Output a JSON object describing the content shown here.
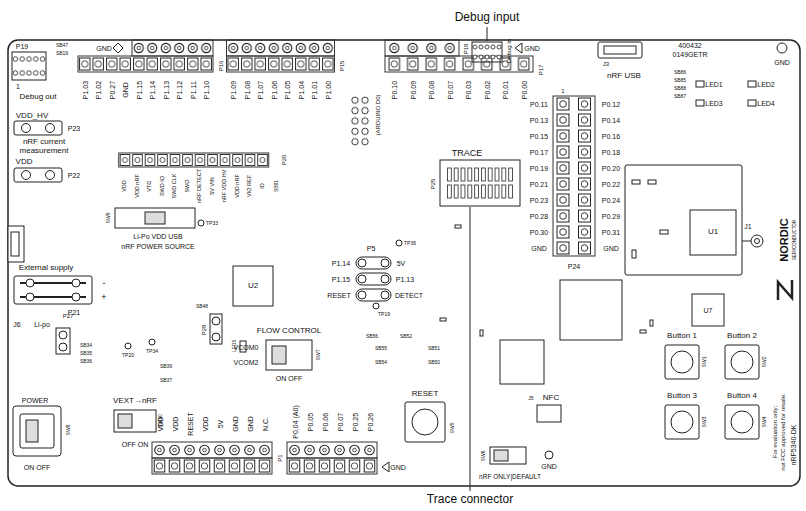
{
  "diagram": {
    "labels": [
      "Debug input",
      "Trace connector",
      "P19",
      "SB47",
      "SB19",
      "GND",
      "1",
      "Debug out",
      "VDD_HV",
      "P23",
      "nRF current",
      "measurement",
      "VDD",
      "P22",
      "P1.03",
      "P1.02",
      "P0.27",
      "GND",
      "P1.15",
      "P1.14",
      "P1.13",
      "P1.12",
      "P1.11",
      "P1.10",
      "P1.09",
      "P1.08",
      "P1.07",
      "P1.06",
      "P1.05",
      "P1.04",
      "P1.01",
      "P1.00",
      "P0.10",
      "P0.09",
      "P0.08",
      "P0.07",
      "P0.03",
      "P0.02",
      "P0.01",
      "P0.00",
      "P16",
      "P15",
      "P17",
      "GND",
      "Debug In",
      "P18",
      "1",
      "P0.11",
      "P0.12",
      "P0.13",
      "P0.14",
      "P0.15",
      "P0.16",
      "P0.17",
      "P0.18",
      "P0.19",
      "P0.20",
      "P0.21",
      "P0.22",
      "P0.23",
      "P0.24",
      "P0.28",
      "P0.29",
      "P0.30",
      "P0.31",
      "GND",
      "GND",
      "P24",
      "J3",
      "nRF USB",
      "400432",
      "0149GETR",
      "GND",
      "LED1",
      "LED2",
      "LED3",
      "LED4",
      "SB86",
      "SB85",
      "SB88",
      "SB87",
      "U1",
      "J1",
      "NORDIC",
      "SEMICONDUCTOR",
      "U7",
      "Button 1",
      "Button 2",
      "Button 3",
      "Button 4",
      "SW1",
      "SW2",
      "SW3",
      "SW4",
      "For evaluation only;",
      "not FCC approved for resale.",
      "nRF5340-DK",
      "TRACE",
      "P25",
      "(ARDUINO D0)",
      "TP36",
      "P5",
      "P1.14",
      "5V",
      "P1.15",
      "P1.13",
      "RESET",
      "DETECT",
      "TP19",
      "U2",
      "P28",
      "SB48",
      "LED5",
      "FLOW CONTROL",
      "VCOM0",
      "VCOM2",
      "SW7",
      "ON OFF",
      "VDD",
      "VDD nRF",
      "VTG",
      "SWD IO",
      "SWD CLK",
      "SWO",
      "nRF DETECT",
      "5V VIN",
      "nRF VDD HV",
      "VDD nRF",
      "VIO REF",
      "ID",
      "SB81",
      "P20",
      "SW9",
      "Li-Po VDD USB",
      "nRF POWER SOURCE",
      "TP33",
      "External supply",
      "-",
      "+",
      "P21",
      "J6",
      "Li-po",
      "P27",
      "SB34",
      "SB35",
      "SB36",
      "POWER",
      "ON OFF",
      "SW8",
      "VEXT→nRF",
      "SW10",
      "OFF ON",
      "TP20",
      "TP34",
      "SB39",
      "SB37",
      "VDD",
      "VDD",
      "RESET",
      "VDD",
      "5V",
      "GND",
      "GND",
      "N.C.",
      "P0.04 (A0)",
      "P0.05",
      "P0.06",
      "P0.07",
      "P0.25",
      "P0.26",
      "P1",
      "GND",
      "RESET",
      "SW5",
      "NFC",
      "J5",
      "SW6",
      "nRF ONLY|DEFAULT",
      "GND",
      "SB56",
      "SB52",
      "SB55",
      "SB51",
      "SB54",
      "SB50"
    ]
  }
}
